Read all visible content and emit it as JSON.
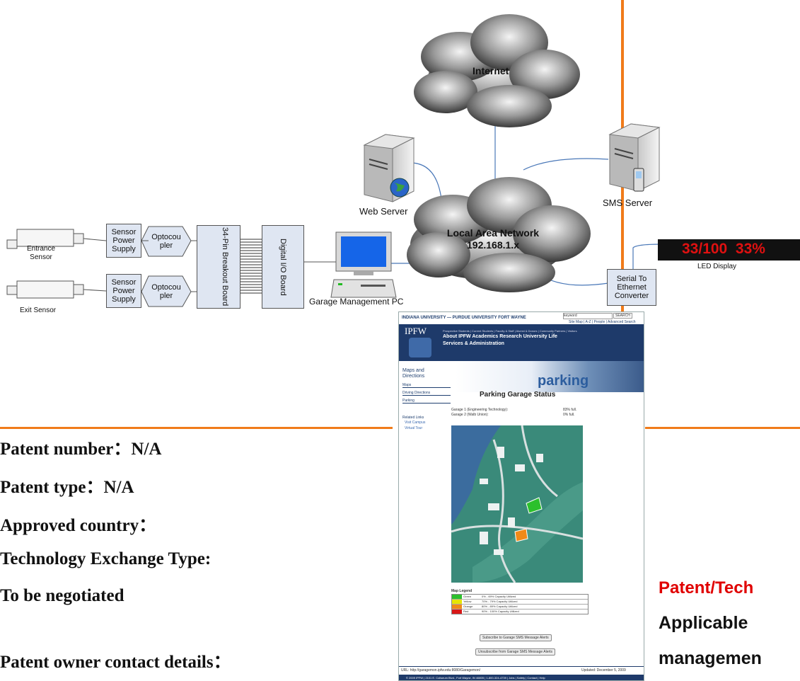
{
  "diagram": {
    "clouds": {
      "internet": "Internet",
      "lan_title": "Local Area Network",
      "lan_ip": "192.168.1.x"
    },
    "servers": {
      "web": "Web Server",
      "sms": "SMS Server"
    },
    "sensors": {
      "entrance": "Entrance Sensor",
      "exit": "Exit Sensor"
    },
    "blocks": {
      "power_supply": "Sensor Power Supply",
      "optocoupler": "Optocou pler",
      "breakout": "34-Pin Breakout Board",
      "dio": "Digital I/O Board",
      "serial": "Serial To Ethernet Converter"
    },
    "pc_label": "Garage Management PC",
    "led": {
      "text": "33/100  33%",
      "label": "LED Display",
      "color": "#e01010"
    }
  },
  "webpage": {
    "university": "INDIANA UNIVERSITY — PURDUE UNIVERSITY FORT WAYNE",
    "search": "keyword",
    "search_btn": "SEARCH",
    "toplinks": "Site Map | A-Z | People | Advanced Search",
    "logo": "IPFW",
    "navsmall": "Prospective Students | Current Students | Faculty & Staff | Alumni & Donors | Community Partners | Visitors",
    "nav1": "About IPFW  Academics  Research  University Life",
    "nav2": "Services & Administration",
    "banner": "parking",
    "side": [
      "Maps and Directions",
      "Maps",
      "Driving Directions",
      "Parking"
    ],
    "related": "Related Links",
    "related_links": [
      "Visit Campus",
      "Virtual Tour"
    ],
    "heading": "Parking Garage Status",
    "garages": [
      {
        "name": "Garage 1 (Engineering Technology):",
        "status": "83% full."
      },
      {
        "name": "Garage 2 (Walb Union):",
        "status": "0% full."
      }
    ],
    "legend_title": "Map Legend",
    "legend": [
      {
        "color": "#2cc02c",
        "name": "Green",
        "desc": "0% - 69% Capacity Utilized"
      },
      {
        "color": "#e6e600",
        "name": "Yellow",
        "desc": "70% - 79% Capacity Utilized"
      },
      {
        "color": "#f08a18",
        "name": "Orange",
        "desc": "80% - 89% Capacity Utilized"
      },
      {
        "color": "#d81818",
        "name": "Red",
        "desc": "90% - 100% Capacity Utilized"
      }
    ],
    "btn_subscribe": "Subscribe to Garage SMS Message Alerts",
    "btn_unsubscribe": "Unsubscribe from Garage SMS Message Alerts",
    "url": "URL: http://garagemon.ipfw.edu:8080/Garagemon/",
    "updated": "Updated: December 5, 2009",
    "footer": "© 2009 IPFW | 2101 E. Coliseum Blvd., Fort Wayne, IN 46805 | 1-800-324-4739 | Jobs | Safety | Contact | Help"
  },
  "patent": {
    "number": "Patent number：N/A",
    "type": "Patent type：N/A",
    "country": "Approved country：",
    "exchange": "Technology Exchange Type:",
    "negotiated": "To be negotiated",
    "contact": "Patent owner contact details："
  },
  "right_text": {
    "red": "Patent/Tech",
    "line1": "Applicable",
    "line2": "managemen"
  },
  "colors": {
    "orange_rule": "#f07b1a",
    "red_heading": "#e00000"
  }
}
